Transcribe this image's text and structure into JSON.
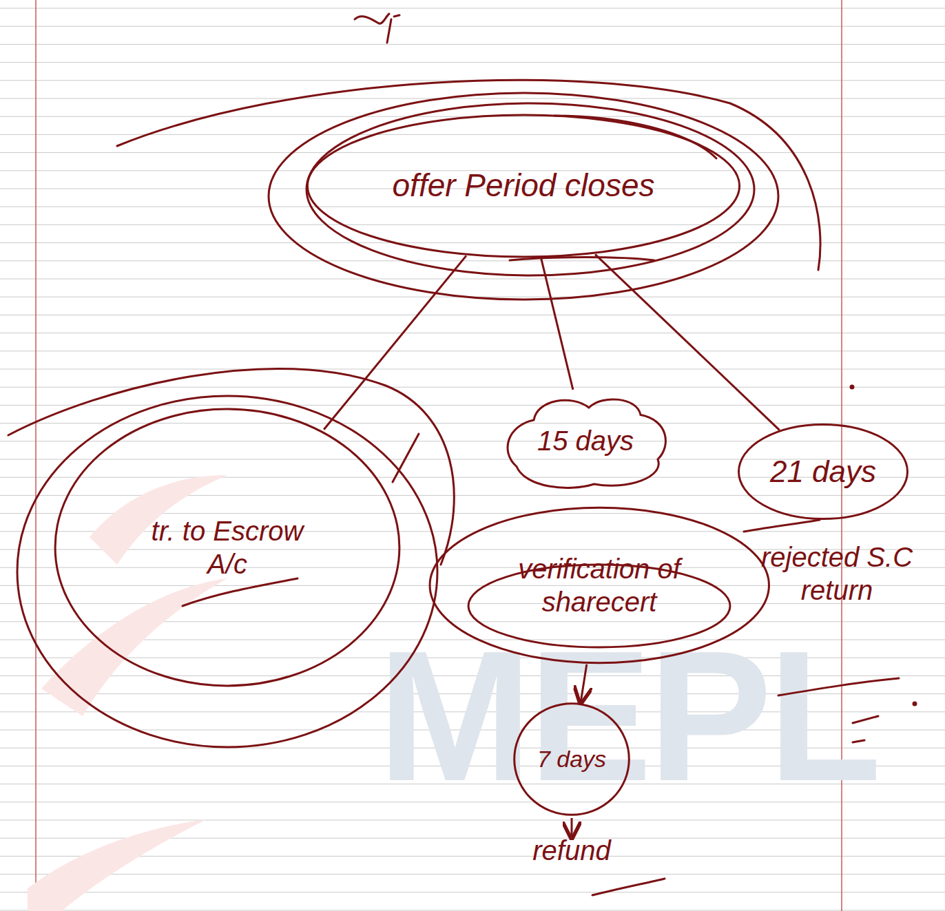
{
  "diagram": {
    "nodes": [
      {
        "text": [
          "offer Period closes"
        ]
      },
      {
        "text": [
          "tr. to Escrow A/c"
        ]
      },
      {
        "text": [
          "15 days"
        ]
      },
      {
        "text": [
          "verification of sharecert"
        ]
      },
      {
        "text": [
          "7 days"
        ]
      },
      {
        "text": [
          "21 days"
        ]
      }
    ],
    "edges": [
      {
        "from": 0,
        "to": 1,
        "arrow": "none"
      },
      {
        "from": 0,
        "to": 2,
        "arrow": "none"
      },
      {
        "from": 0,
        "to": 5,
        "arrow": "none"
      },
      {
        "from": 3,
        "to": 4,
        "arrow": "to"
      }
    ],
    "labels": [
      "rejected S.C return",
      "refund",
      "MEPL"
    ]
  }
}
